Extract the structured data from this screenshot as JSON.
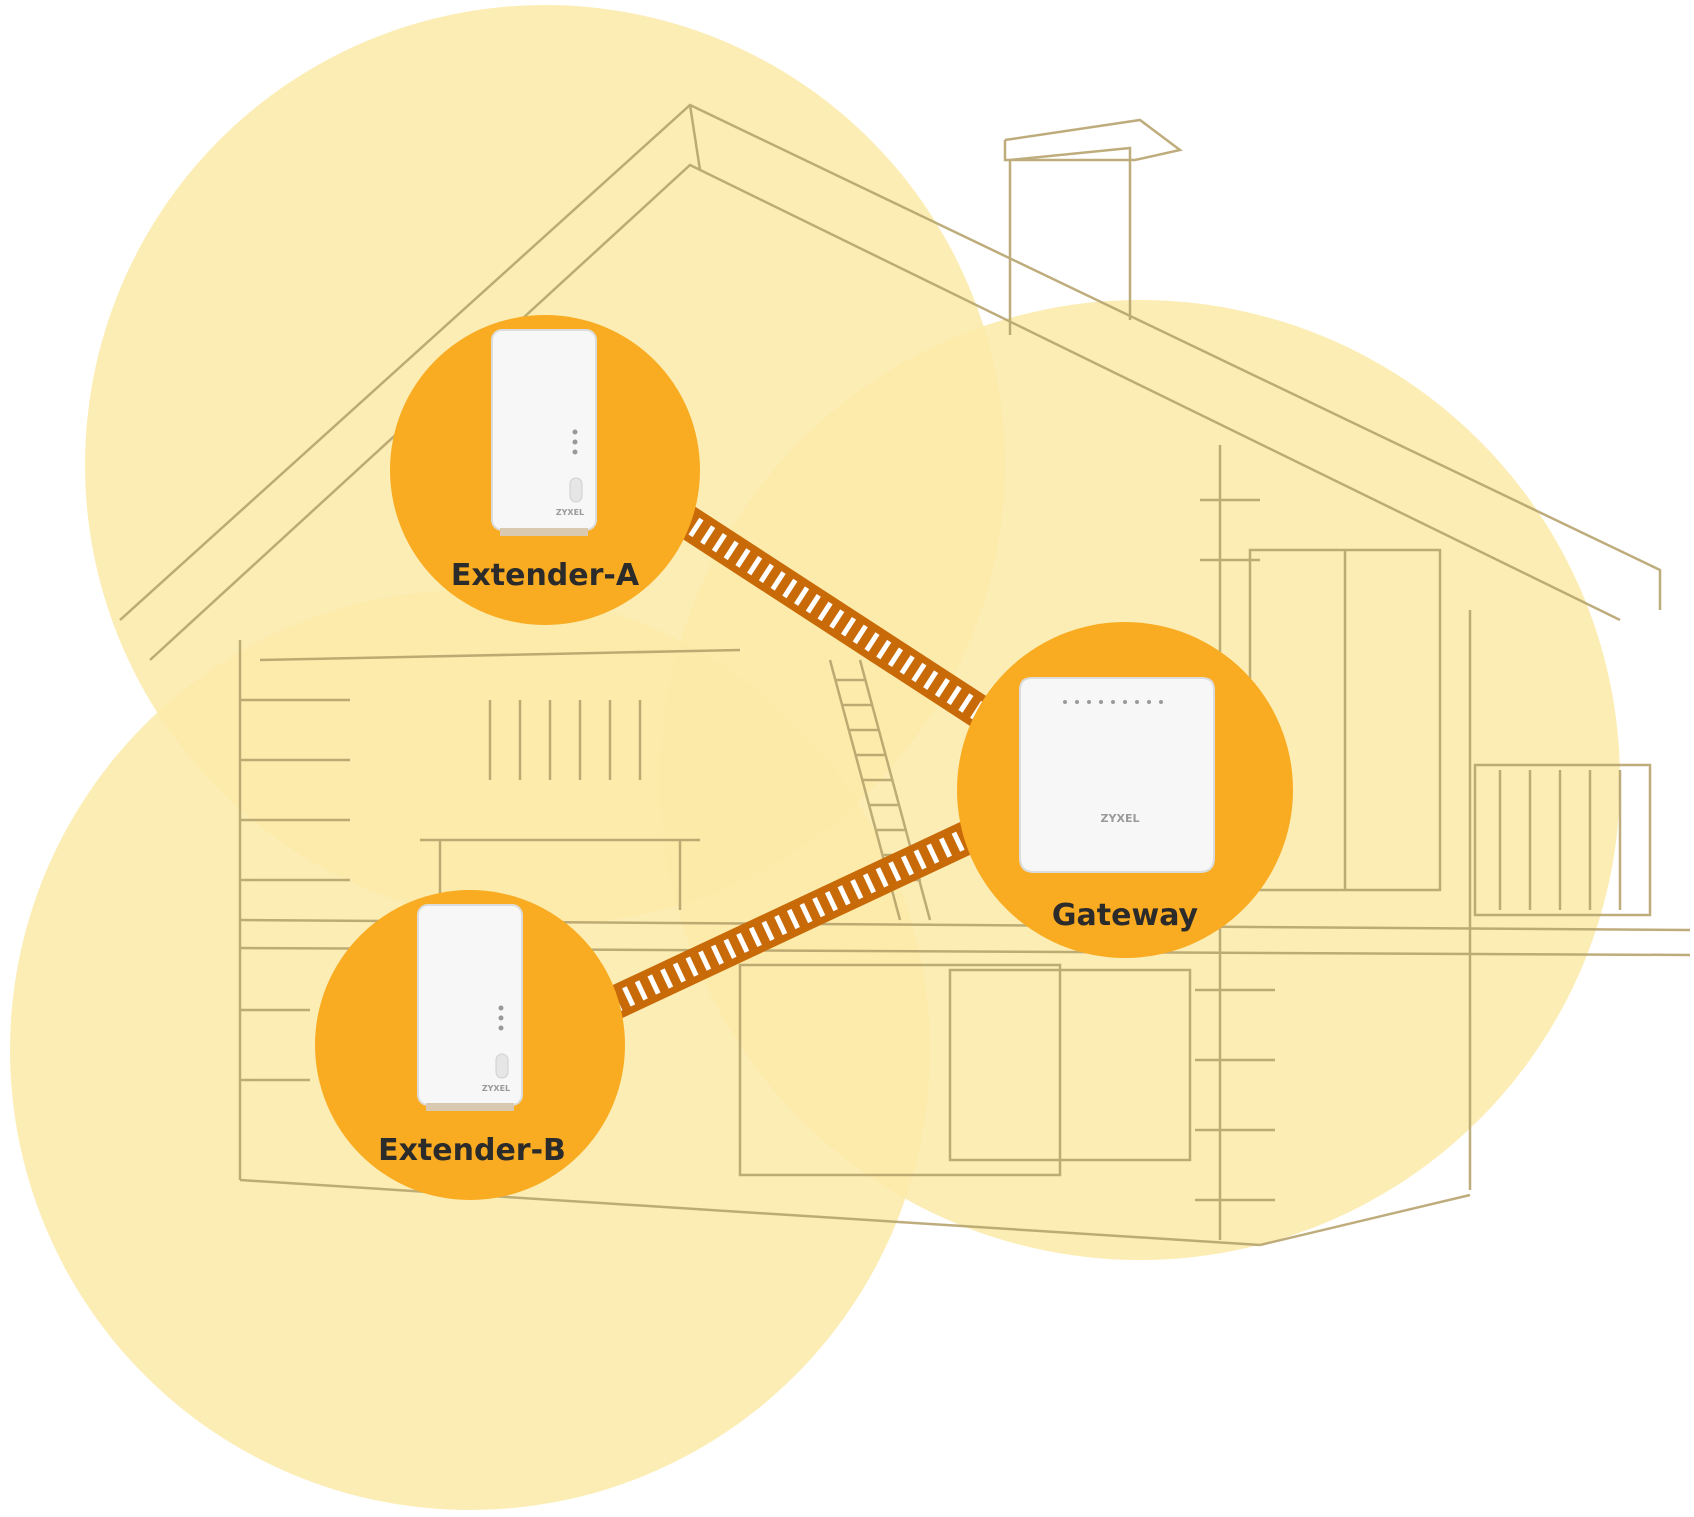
{
  "colors": {
    "coverage": "#fbe9a6",
    "node": "#f9ab21",
    "link": "#c86a08",
    "link_stripe": "#ffffff",
    "house_line": "#b8a46a",
    "text": "#2b2b2b",
    "device": "#f7f7f7"
  },
  "nodes": {
    "extender_a": {
      "label": "Extender-A",
      "brand": "ZYXEL",
      "icon": "extender-device-icon"
    },
    "extender_b": {
      "label": "Extender-B",
      "brand": "ZYXEL",
      "icon": "extender-device-icon"
    },
    "gateway": {
      "label": "Gateway",
      "brand": "ZYXEL",
      "icon": "gateway-device-icon"
    }
  },
  "links": [
    {
      "from": "Gateway",
      "to": "Extender-A",
      "type": "wireless-backhaul"
    },
    {
      "from": "Gateway",
      "to": "Extender-B",
      "type": "wireless-backhaul"
    }
  ]
}
